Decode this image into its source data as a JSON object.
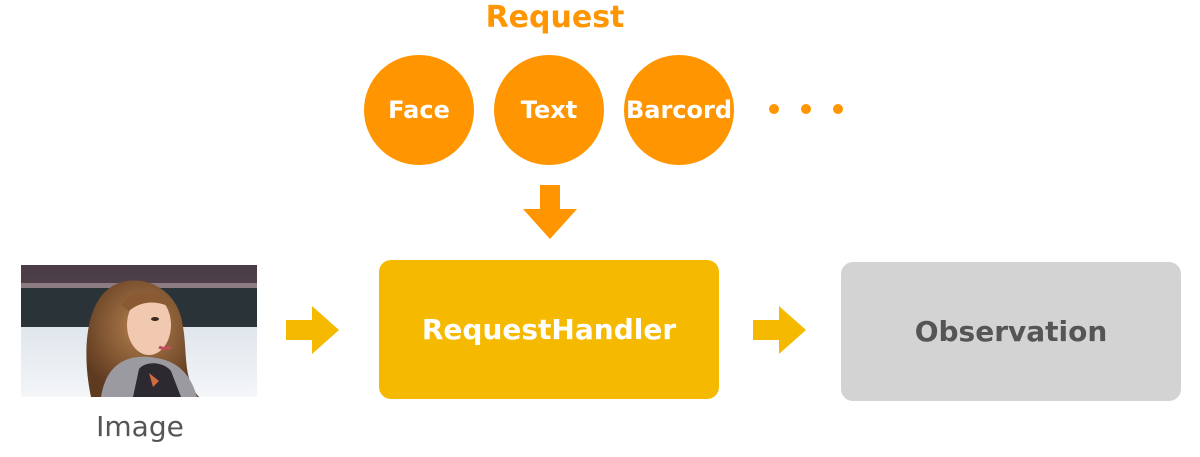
{
  "diagram": {
    "request_label": "Request",
    "request_types": [
      "Face",
      "Text",
      "Barcord"
    ],
    "image_label": "Image",
    "handler_label": "RequestHandler",
    "output_label": "Observation",
    "colors": {
      "request_orange": "#FF9500",
      "handler_yellow": "#F5BA00",
      "observation_gray": "#D3D3D3",
      "label_gray": "#555555"
    }
  }
}
